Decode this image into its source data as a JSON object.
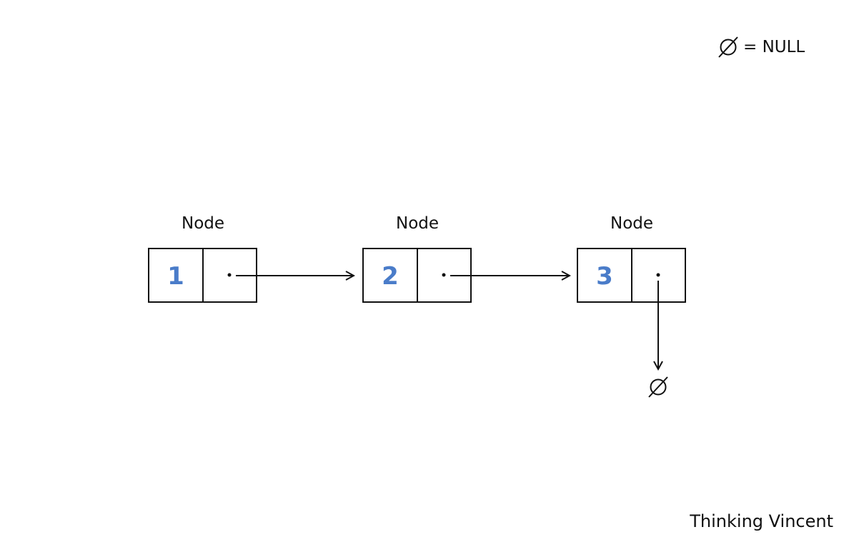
{
  "legend": {
    "symbol_icon": "empty-set-icon",
    "label": "= NULL"
  },
  "nodes": [
    {
      "title": "Node",
      "value": "1",
      "points_to": "next"
    },
    {
      "title": "Node",
      "value": "2",
      "points_to": "next"
    },
    {
      "title": "Node",
      "value": "3",
      "points_to": "null"
    }
  ],
  "null_terminator_icon": "empty-set-icon",
  "colors": {
    "value_text": "#4a7cc9",
    "stroke": "#111111"
  },
  "watermark": "Thinking Vincent"
}
